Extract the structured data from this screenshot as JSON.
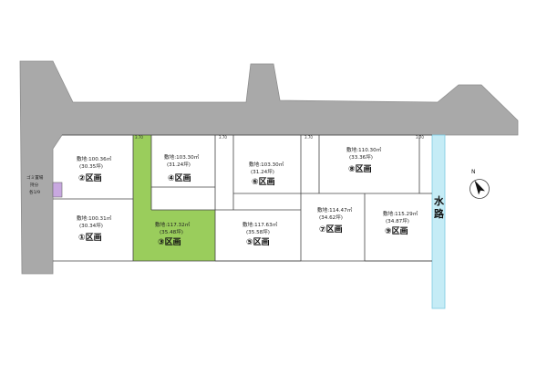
{
  "colors": {
    "road": "#a9a9a9",
    "road_edge": "#8d8d8d",
    "highlight_lot": "#9acd5c",
    "water": "#c5ecf6",
    "water_edge": "#7ccbe2",
    "garbage": "#c8a8e0",
    "lot_line": "#444444"
  },
  "garbage_station": {
    "line1": "ゴミ置場",
    "line2": "持分",
    "line3": "各1/9"
  },
  "waterway_label": {
    "char1": "水",
    "char2": "路"
  },
  "compass": {
    "label": "N",
    "icon": "north-arrow-icon"
  },
  "road_marks": [
    "3.70",
    "3.70",
    "3.70",
    "3.70"
  ],
  "lots": [
    {
      "id": 1,
      "area": "敷地:100.31㎡",
      "tsubo": "(30.34坪)",
      "name": "①区画",
      "highlighted": false
    },
    {
      "id": 2,
      "area": "敷地:100.36㎡",
      "tsubo": "(30.35坪)",
      "name": "②区画",
      "highlighted": false
    },
    {
      "id": 3,
      "area": "敷地:117.32㎡",
      "tsubo": "(35.48坪)",
      "name": "③区画",
      "highlighted": true
    },
    {
      "id": 4,
      "area": "敷地:103.30㎡",
      "tsubo": "(31.24坪)",
      "name": "④区画",
      "highlighted": false
    },
    {
      "id": 5,
      "area": "敷地:117.63㎡",
      "tsubo": "(35.58坪)",
      "name": "⑤区画",
      "highlighted": false
    },
    {
      "id": 6,
      "area": "敷地:103.30㎡",
      "tsubo": "(31.24坪)",
      "name": "⑥区画",
      "highlighted": false
    },
    {
      "id": 7,
      "area": "敷地:114.47㎡",
      "tsubo": "(34.62坪)",
      "name": "⑦区画",
      "highlighted": false
    },
    {
      "id": 8,
      "area": "敷地:110.30㎡",
      "tsubo": "(33.36坪)",
      "name": "⑧区画",
      "highlighted": false
    },
    {
      "id": 9,
      "area": "敷地:115.29㎡",
      "tsubo": "(34.87坪)",
      "name": "⑨区画",
      "highlighted": false
    }
  ]
}
